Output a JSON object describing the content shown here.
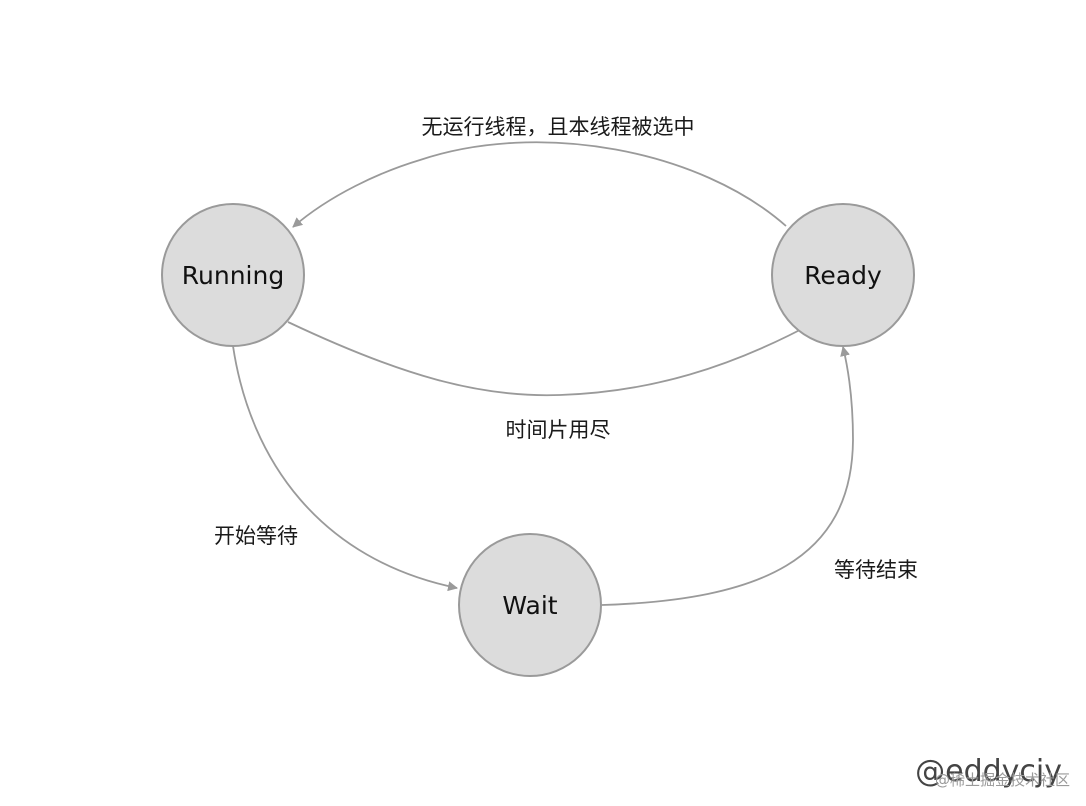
{
  "nodes": {
    "running": "Running",
    "ready": "Ready",
    "wait": "Wait"
  },
  "edges": {
    "ready_to_running": "无运行线程，且本线程被选中",
    "running_to_ready": "时间片用尽",
    "running_to_wait": "开始等待",
    "wait_to_ready": "等待结束"
  },
  "watermark": {
    "handle": "@eddycjy",
    "site": "@稀土掘金技术社区"
  },
  "colors": {
    "node_fill": "#dcdcdc",
    "node_stroke": "#9a9a9a",
    "edge_stroke": "#9a9a9a",
    "text": "#111111"
  }
}
